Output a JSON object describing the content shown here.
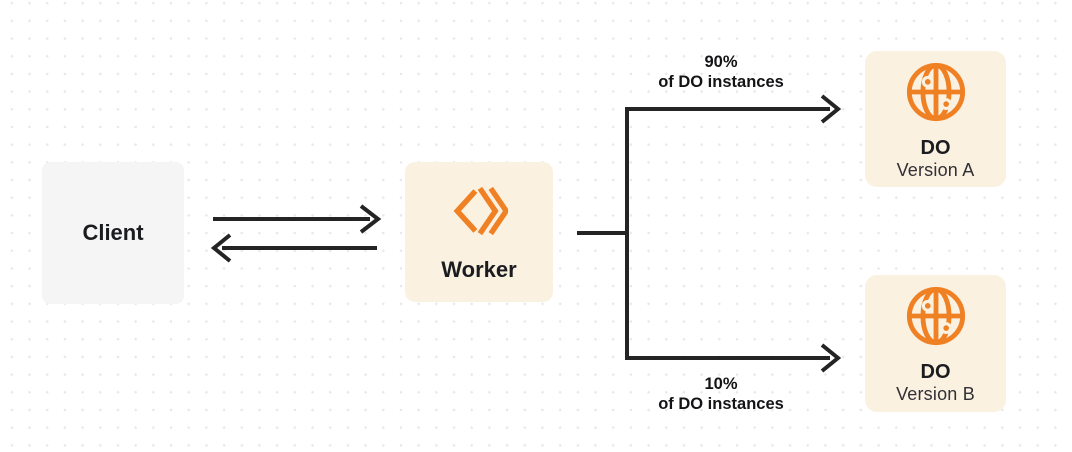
{
  "colors": {
    "accent_orange": "#EF8023",
    "card_bg": "#FBF1E1",
    "client_bg": "#F5F5F6",
    "line_dark": "#242424",
    "text_dark": "#1B1C20",
    "dot_grid": "#E8E8EB"
  },
  "nodes": {
    "client": {
      "label": "Client"
    },
    "worker": {
      "label": "Worker"
    },
    "do_a": {
      "title": "DO",
      "subtitle": "Version A"
    },
    "do_b": {
      "title": "DO",
      "subtitle": "Version B"
    }
  },
  "edge_labels": {
    "top": {
      "percent": "90%",
      "caption": "of DO instances"
    },
    "bottom": {
      "percent": "10%",
      "caption": "of DO instances"
    }
  },
  "icons": {
    "worker": "workers-logo-icon",
    "durable_object": "globe-icon"
  }
}
